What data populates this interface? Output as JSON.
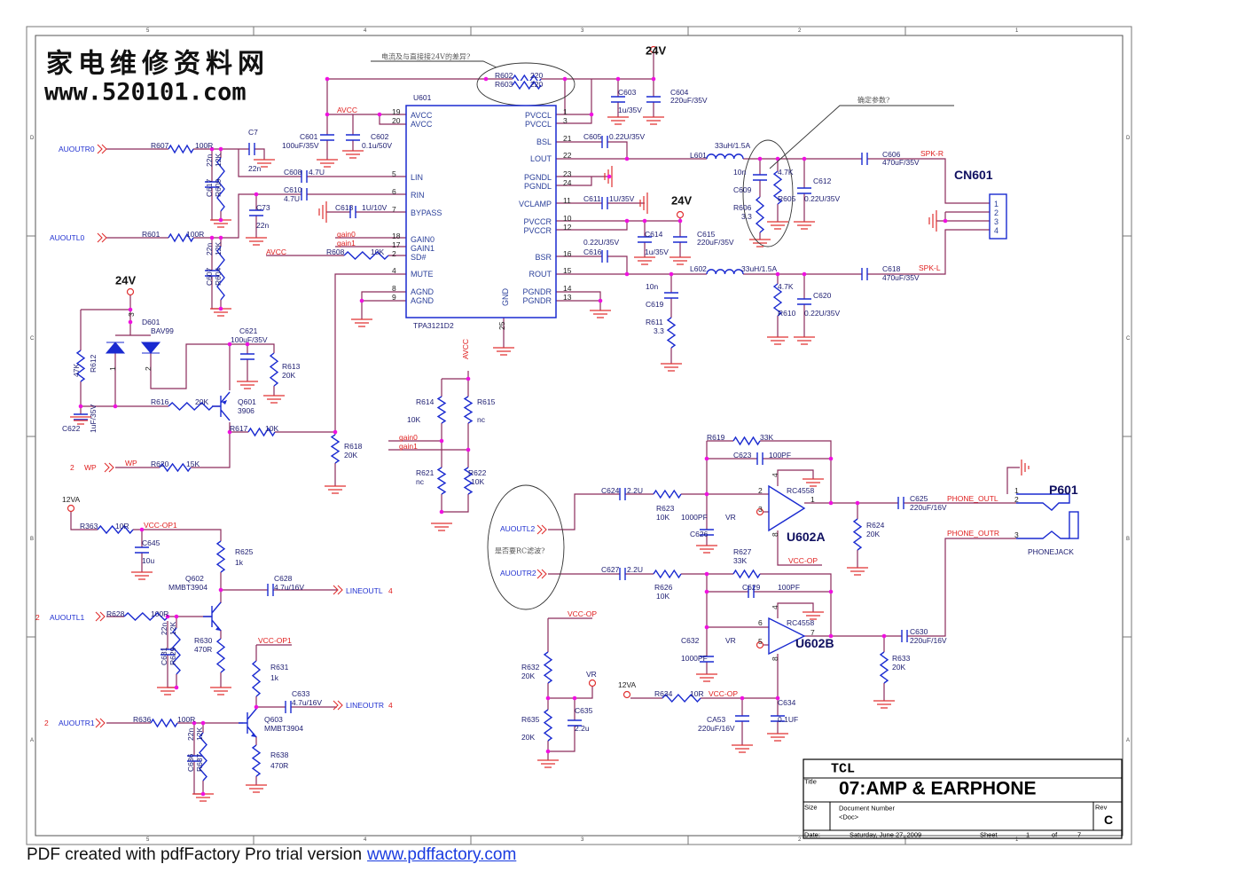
{
  "watermark": {
    "cn": "家电维修资料网",
    "url": "www.520101.com"
  },
  "frame": {
    "columns": [
      "5",
      "4",
      "3",
      "2",
      "1"
    ],
    "rows": [
      "D",
      "C",
      "B",
      "A"
    ]
  },
  "notes": {
    "current_note": "电流及与直接接24V的差异?",
    "param_note": "确定参数?",
    "rc_note": "是否要RC滤波?"
  },
  "u601": {
    "ref": "U601",
    "part": "TPA3121D2",
    "gnd_name": "GND",
    "gnd_pin": "25",
    "pins_left": [
      {
        "num": "19",
        "name": "AVCC"
      },
      {
        "num": "20",
        "name": "AVCC"
      },
      {
        "num": "5",
        "name": "LIN"
      },
      {
        "num": "6",
        "name": "RIN"
      },
      {
        "num": "7",
        "name": "BYPASS"
      },
      {
        "num": "18",
        "name": "GAIN0"
      },
      {
        "num": "17",
        "name": "GAIN1"
      },
      {
        "num": "2",
        "name": "SD#"
      },
      {
        "num": "4",
        "name": "MUTE"
      },
      {
        "num": "8",
        "name": "AGND"
      },
      {
        "num": "9",
        "name": "AGND"
      }
    ],
    "pins_right": [
      {
        "num": "1",
        "name": "PVCCL"
      },
      {
        "num": "3",
        "name": "PVCCL"
      },
      {
        "num": "21",
        "name": "BSL"
      },
      {
        "num": "22",
        "name": "LOUT"
      },
      {
        "num": "23",
        "name": "PGNDL"
      },
      {
        "num": "24",
        "name": "PGNDL"
      },
      {
        "num": "11",
        "name": "VCLAMP"
      },
      {
        "num": "10",
        "name": "PVCCR"
      },
      {
        "num": "12",
        "name": "PVCCR"
      },
      {
        "num": "16",
        "name": "BSR"
      },
      {
        "num": "15",
        "name": "ROUT"
      },
      {
        "num": "14",
        "name": "PGNDR"
      },
      {
        "num": "13",
        "name": "PGNDR"
      }
    ]
  },
  "nets": {
    "auoutr0": "AUOUTR0",
    "auoutl0": "AUOUTL0",
    "avcc": "AVCC",
    "v24": "24V",
    "gain0": "gain0",
    "gain1": "gain1",
    "spk_r": "SPK-R",
    "spk_l": "SPK-L",
    "wp": "WP",
    "wp_page": "2",
    "v12va": "12VA",
    "vcc_op1": "VCC-OP1",
    "vcc_op": "VCC-OP",
    "lineoutl": "LINEOUTL",
    "lineoutr": "LINEOUTR",
    "line_page": "4",
    "auoutl1": "AUOUTL1",
    "auoutr1": "AUOUTR1",
    "in_page": "2",
    "auoutl2": "AUOUTL2",
    "auoutr2": "AUOUTR2",
    "vr": "VR",
    "phone_outl": "PHONE_OUTL",
    "phone_outr": "PHONE_OUTR"
  },
  "parts": {
    "R607": {
      "ref": "R607",
      "val": "100R"
    },
    "C7": {
      "ref": "C7",
      "val": "22n"
    },
    "C617": {
      "ref": "C617",
      "val": "22n"
    },
    "R609": {
      "ref": "R609",
      "val": "12K"
    },
    "C601": {
      "ref": "C601",
      "val": "100uF/35V"
    },
    "C602": {
      "ref": "C602",
      "val": "0.1u/50V"
    },
    "C608": {
      "ref": "C608",
      "val": "4.7U"
    },
    "C610": {
      "ref": "C610",
      "val": "4.7U"
    },
    "C73": {
      "ref": "C73",
      "val": "22n"
    },
    "C613": {
      "ref": "C613",
      "val": "1U/10V"
    },
    "R601": {
      "ref": "R601",
      "val": "100R"
    },
    "C607": {
      "ref": "C607",
      "val": "22n"
    },
    "R604": {
      "ref": "R604",
      "val": "12K"
    },
    "R608": {
      "ref": "R608",
      "val": "10K"
    },
    "R602": {
      "ref": "R602",
      "val": "220"
    },
    "R603": {
      "ref": "R603",
      "val": "220"
    },
    "C603": {
      "ref": "C603",
      "val": "1u/35V"
    },
    "C604": {
      "ref": "C604",
      "val": "220uF/35V"
    },
    "C605": {
      "ref": "C605",
      "val": "0.22U/35V"
    },
    "L601": {
      "ref": "L601",
      "val": "33uH/1.5A"
    },
    "C611": {
      "ref": "C611",
      "val": "1U/35V"
    },
    "C614": {
      "ref": "C614",
      "val": "1u/35V"
    },
    "C615": {
      "ref": "C615",
      "val": "220uF/35V"
    },
    "C616": {
      "ref": "C616",
      "val": "0.22U/35V"
    },
    "L602": {
      "ref": "L602",
      "val": "33uH/1.5A"
    },
    "C619": {
      "ref": "C619",
      "val": "10n"
    },
    "R611": {
      "ref": "R611",
      "val": "3.3"
    },
    "C609": {
      "ref": "C609",
      "val": "10n"
    },
    "R606": {
      "ref": "R606",
      "val": "3.3"
    },
    "R605": {
      "ref": "R605",
      "val": "4.7K"
    },
    "C612": {
      "ref": "C612",
      "val": "0.22U/35V"
    },
    "C606": {
      "ref": "C606",
      "val": "470uF/35V"
    },
    "C618": {
      "ref": "C618",
      "val": "470uF/35V"
    },
    "R610": {
      "ref": "R610",
      "val": "4.7K"
    },
    "C620": {
      "ref": "C620",
      "val": "0.22U/35V"
    },
    "CN601": {
      "ref": "CN601",
      "pins": [
        "1",
        "2",
        "3",
        "4"
      ]
    },
    "D601": {
      "ref": "D601",
      "val": "BAV99",
      "pin_a": "1",
      "pin_b": "2",
      "pin_c": "3"
    },
    "C621": {
      "ref": "C621",
      "val": "100uF/35V"
    },
    "R613": {
      "ref": "R613",
      "val": "20K"
    },
    "R612": {
      "ref": "R612",
      "val": "47K"
    },
    "R616": {
      "ref": "R616",
      "val": "20K"
    },
    "Q601": {
      "ref": "Q601",
      "val": "3906"
    },
    "C622": {
      "ref": "C622",
      "val": "1uF/35V"
    },
    "R617": {
      "ref": "R617",
      "val": "10K"
    },
    "R618": {
      "ref": "R618",
      "val": "20K"
    },
    "R620": {
      "ref": "R620",
      "val": "15K"
    },
    "R363": {
      "ref": "R363",
      "val": "10R"
    },
    "C645": {
      "ref": "C645",
      "val": "10u"
    },
    "R625": {
      "ref": "R625",
      "val": "1k"
    },
    "Q602": {
      "ref": "Q602",
      "val": "MMBT3904"
    },
    "C628": {
      "ref": "C628",
      "val": "4.7u/16V"
    },
    "R628": {
      "ref": "R628",
      "val": "100R"
    },
    "C631": {
      "ref": "C631",
      "val": "22n"
    },
    "R629": {
      "ref": "R629",
      "val": "12K"
    },
    "R630": {
      "ref": "R630",
      "val": "470R"
    },
    "R631": {
      "ref": "R631",
      "val": "1k"
    },
    "C633": {
      "ref": "C633",
      "val": "4.7u/16V"
    },
    "R636": {
      "ref": "R636",
      "val": "100R"
    },
    "Q603": {
      "ref": "Q603",
      "val": "MMBT3904"
    },
    "C636": {
      "ref": "C636",
      "val": "22n"
    },
    "R637": {
      "ref": "R637",
      "val": "12K"
    },
    "R638": {
      "ref": "R638",
      "val": "470R"
    },
    "R614": {
      "ref": "R614",
      "val": "10K"
    },
    "R615": {
      "ref": "R615",
      "val": "nc"
    },
    "R621": {
      "ref": "R621",
      "val": "nc"
    },
    "R622": {
      "ref": "R622",
      "val": "10K"
    },
    "R619": {
      "ref": "R619",
      "val": "33K"
    },
    "C623": {
      "ref": "C623",
      "val": "100PF"
    },
    "C624": {
      "ref": "C624",
      "val": "2.2U"
    },
    "R623": {
      "ref": "R623",
      "val": "10K"
    },
    "C626": {
      "ref": "C626",
      "val": "1000PF"
    },
    "U602A": {
      "ref": "U602A",
      "val": "RC4558"
    },
    "R627": {
      "ref": "R627",
      "val": "33K"
    },
    "C625": {
      "ref": "C625",
      "val": "220uF/16V"
    },
    "R624": {
      "ref": "R624",
      "val": "20K"
    },
    "P601": {
      "ref": "P601",
      "val": "PHONEJACK"
    },
    "C627": {
      "ref": "C627",
      "val": "2.2U"
    },
    "R626": {
      "ref": "R626",
      "val": "10K"
    },
    "C629": {
      "ref": "C629",
      "val": "100PF"
    },
    "C632": {
      "ref": "C632",
      "val": "1000PF"
    },
    "U602B": {
      "ref": "U602B",
      "val": "RC4558"
    },
    "C630": {
      "ref": "C630",
      "val": "220uF/16V"
    },
    "R633": {
      "ref": "R633",
      "val": "20K"
    },
    "R632": {
      "ref": "R632",
      "val": "20K"
    },
    "R635": {
      "ref": "R635",
      "val": "20K"
    },
    "C635": {
      "ref": "C635",
      "val": "2.2u"
    },
    "R634": {
      "ref": "R634",
      "val": "10R"
    },
    "CA53": {
      "ref": "CA53",
      "val": "220uF/16V"
    },
    "C634": {
      "ref": "C634",
      "val": "0.1UF"
    }
  },
  "opamp_pins": {
    "a_in_neg": "2",
    "a_in_pos": "3",
    "a_out": "1",
    "a_v4": "4",
    "a_v8": "8",
    "b_in_neg": "6",
    "b_in_pos": "5",
    "b_out": "7",
    "b_v4": "4",
    "b_v8": "8"
  },
  "jack_pins": [
    "1",
    "2",
    "3"
  ],
  "title_block": {
    "company": "TCL",
    "title_label": "Title",
    "title": "07:AMP & EARPHONE",
    "size_label": "Size",
    "docnum_label": "Document Number",
    "docnum": "<Doc>",
    "rev_label": "Rev",
    "rev": "C",
    "date_label": "Date:",
    "date": "Saturday, June 27, 2009",
    "sheet_label": "Sheet",
    "sheet": "1",
    "of_label": "of",
    "total": "7"
  },
  "footer": {
    "text": "PDF created with pdfFactory Pro trial version",
    "link": "www.pdffactory.com"
  }
}
